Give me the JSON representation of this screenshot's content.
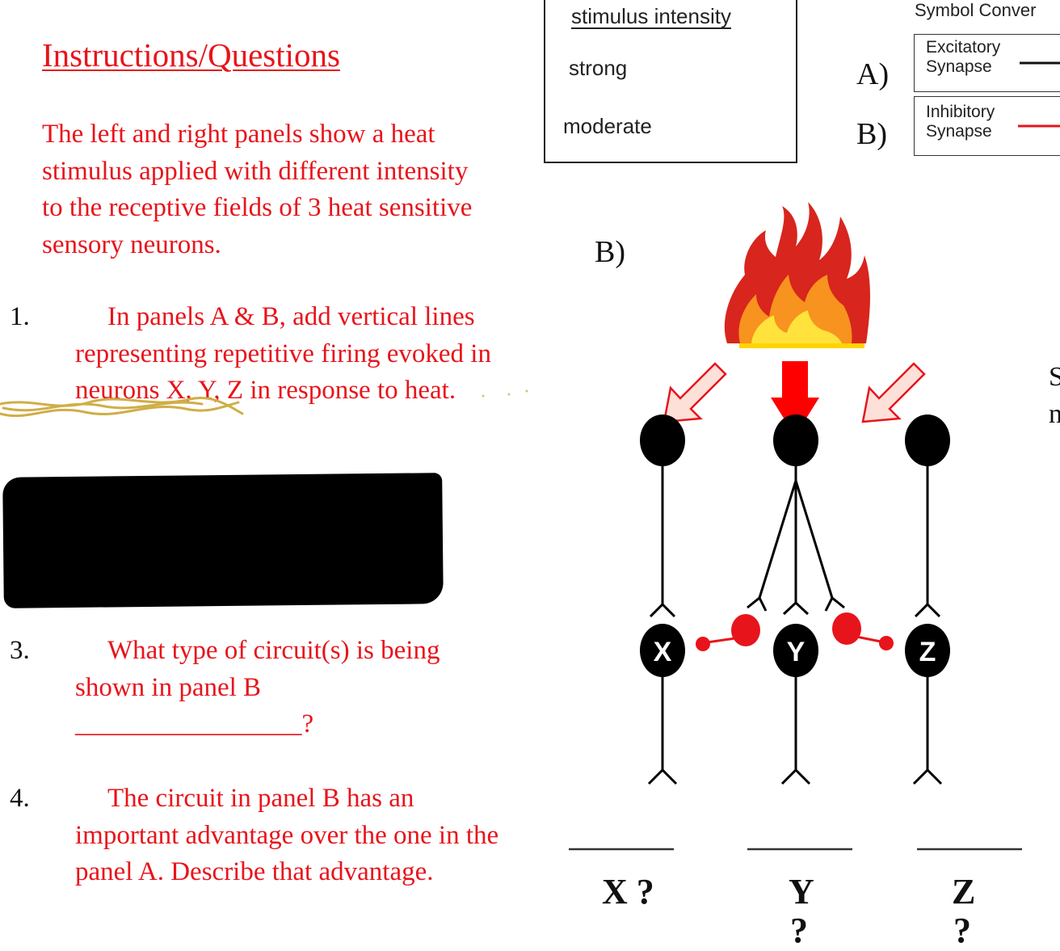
{
  "left": {
    "heading": "Instructions/Questions",
    "intro": "The left and right panels show a heat stimulus applied with different intensity to the receptive fields of 3 heat sensitive sensory neurons.",
    "q1_number": "1.",
    "q1_text": "In panels A & B, add vertical lines representing repetitive firing evoked in neurons X, Y, Z in response to heat.",
    "q3_number": "3.",
    "q3_text": "What type of circuit(s) is being shown in panel B _________________?",
    "q4_number": "4.",
    "q4_text": "The circuit in panel B has an important advantage over the one in the panel A.  Describe that advantage."
  },
  "legend": {
    "title": "stimulus intensity",
    "strong": "strong",
    "moderate": "moderate"
  },
  "panel_labels": {
    "a": "A)",
    "b_list": "B)",
    "b_panel": "B)"
  },
  "symbols": {
    "title": "Symbol Conver",
    "excitatory_line1": "Excitatory",
    "excitatory_line2": "Synapse",
    "inhibitory_line1": "Inhibitory",
    "inhibitory_line2": "Synapse"
  },
  "neurons": {
    "x": "X",
    "y": "Y",
    "z": "Z"
  },
  "answer_labels": {
    "x": "X ?",
    "y": "Y",
    "z": "Z",
    "y_q": "?",
    "z_q": "?"
  },
  "cutoff_right": {
    "line1": "S",
    "line2": "n"
  },
  "colors": {
    "text_red": "#e8141b",
    "arrow_strong": "#ff0000",
    "arrow_moderate_fill": "#fde0d8",
    "excitatory": "#111111",
    "inhibitory": "#e8141b"
  },
  "icons": [
    "flame-icon",
    "strong-arrow-icon",
    "moderate-arrow-icon"
  ]
}
